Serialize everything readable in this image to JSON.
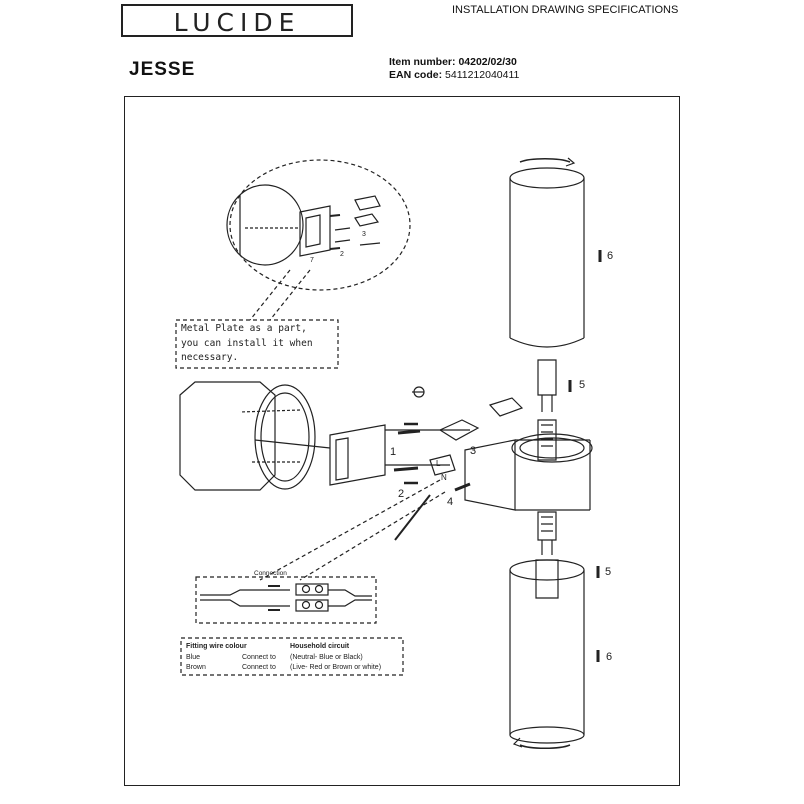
{
  "header": {
    "logo": "LUCIDE",
    "title": "INSTALLATION DRAWING SPECIFICATIONS"
  },
  "product": {
    "name": "JESSE",
    "item_label": "Item number:",
    "item_number": "04202/02/30",
    "ean_label": "EAN code:",
    "ean_code": "5411212040411"
  },
  "diagram": {
    "note_line1": "Metal Plate as a part,",
    "note_line2": "you can install it when",
    "note_line3": "necessary.",
    "steps": {
      "s1": "1",
      "s2": "2",
      "s3": "3",
      "s4": "4",
      "s5_top": "5",
      "s5_bottom": "5",
      "s6_top": "6",
      "s6_bottom": "6",
      "s7": "7",
      "s2_small": "2",
      "s3_small": "3"
    },
    "wire_labels": {
      "L": "L",
      "N": "N"
    },
    "connection_title": "Connection",
    "legend": {
      "col1_header": "Fitting wire colour",
      "col2_header": "Household circuit",
      "rows": [
        {
          "wire": "Blue",
          "connect": "Connect to",
          "circuit": "(Neutral- Blue or Black)"
        },
        {
          "wire": "Brown",
          "connect": "Connect to",
          "circuit": "(Live- Red or Brown or white)"
        }
      ]
    }
  }
}
